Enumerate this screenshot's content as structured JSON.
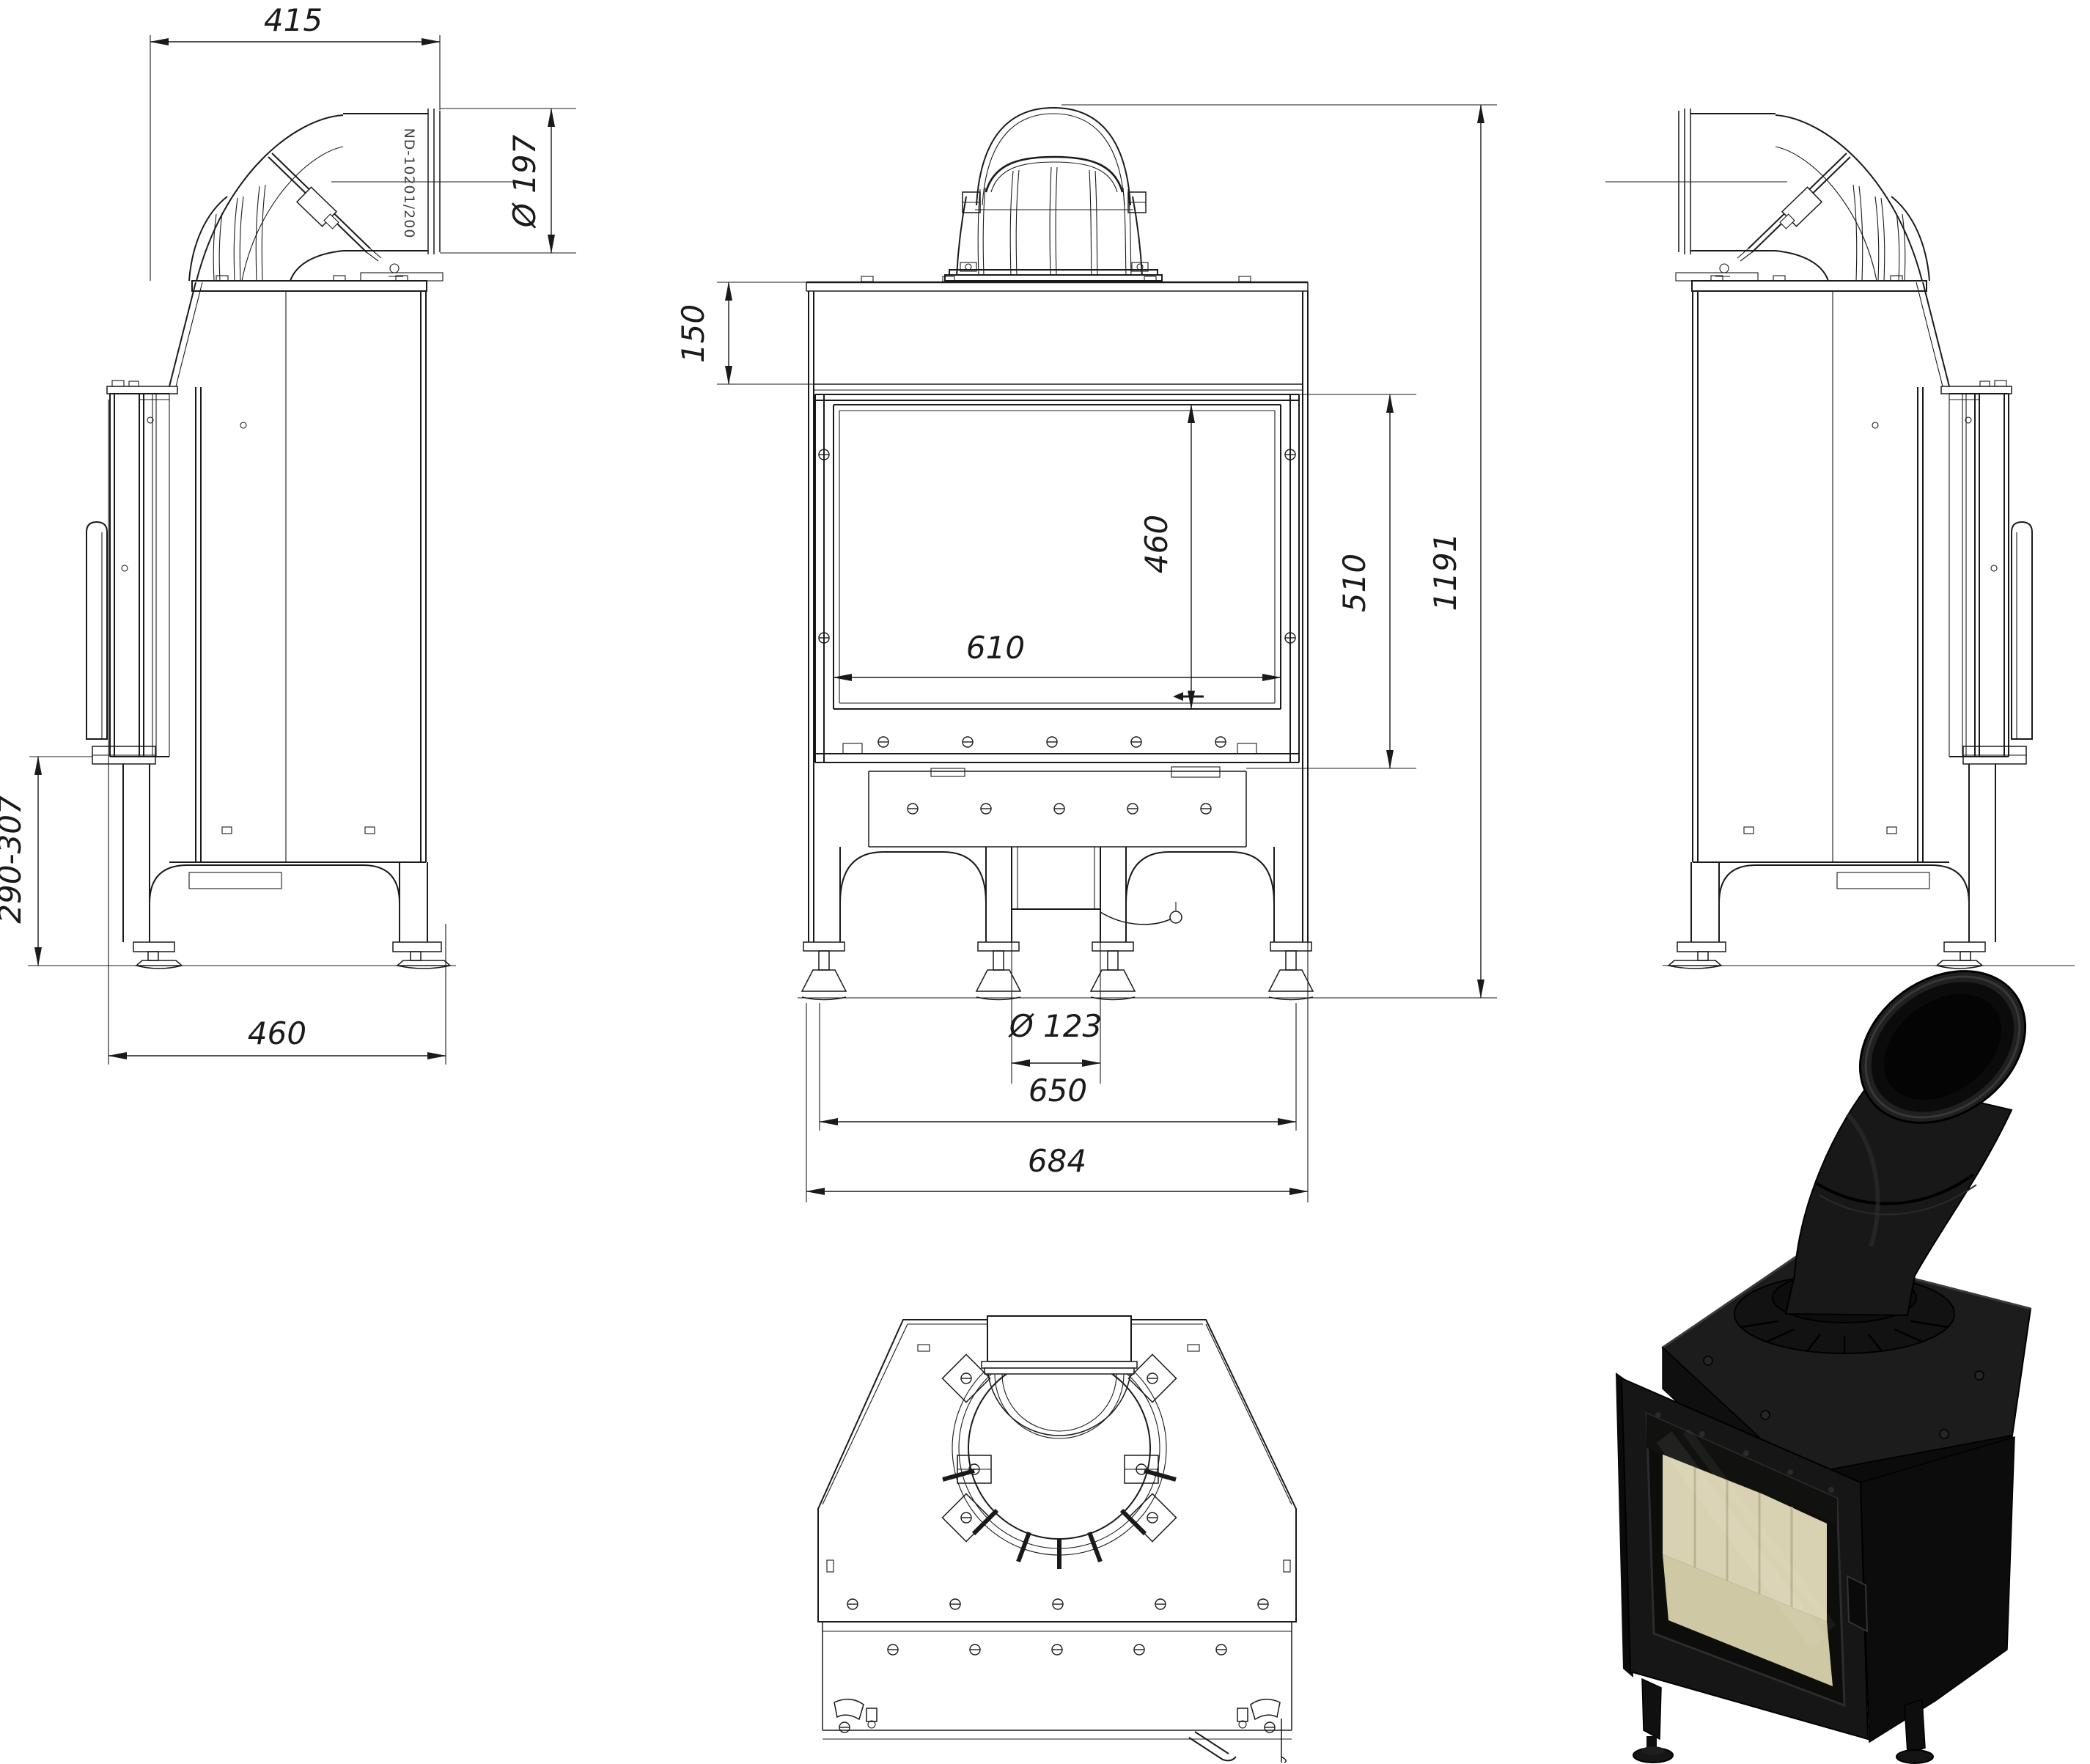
{
  "drawing": {
    "colors": {
      "line": "#1a1a1a",
      "background": "#ffffff",
      "render_body": "#161616",
      "firebrick": "#d6d0ae"
    },
    "views": {
      "side_left": {
        "pipe_marking": "ND-10201/200",
        "dims": {
          "depth_top": "415",
          "flue_dia": "Ø 197",
          "base_height": "290-307",
          "depth_bottom": "460"
        }
      },
      "front": {
        "dims": {
          "top_band": "150",
          "glass_height": "460",
          "door_height": "510",
          "total_height": "1191",
          "glass_width": "610",
          "inlet_dia": "Ø 123",
          "leg_span": "650",
          "total_width": "684"
        }
      }
    }
  }
}
